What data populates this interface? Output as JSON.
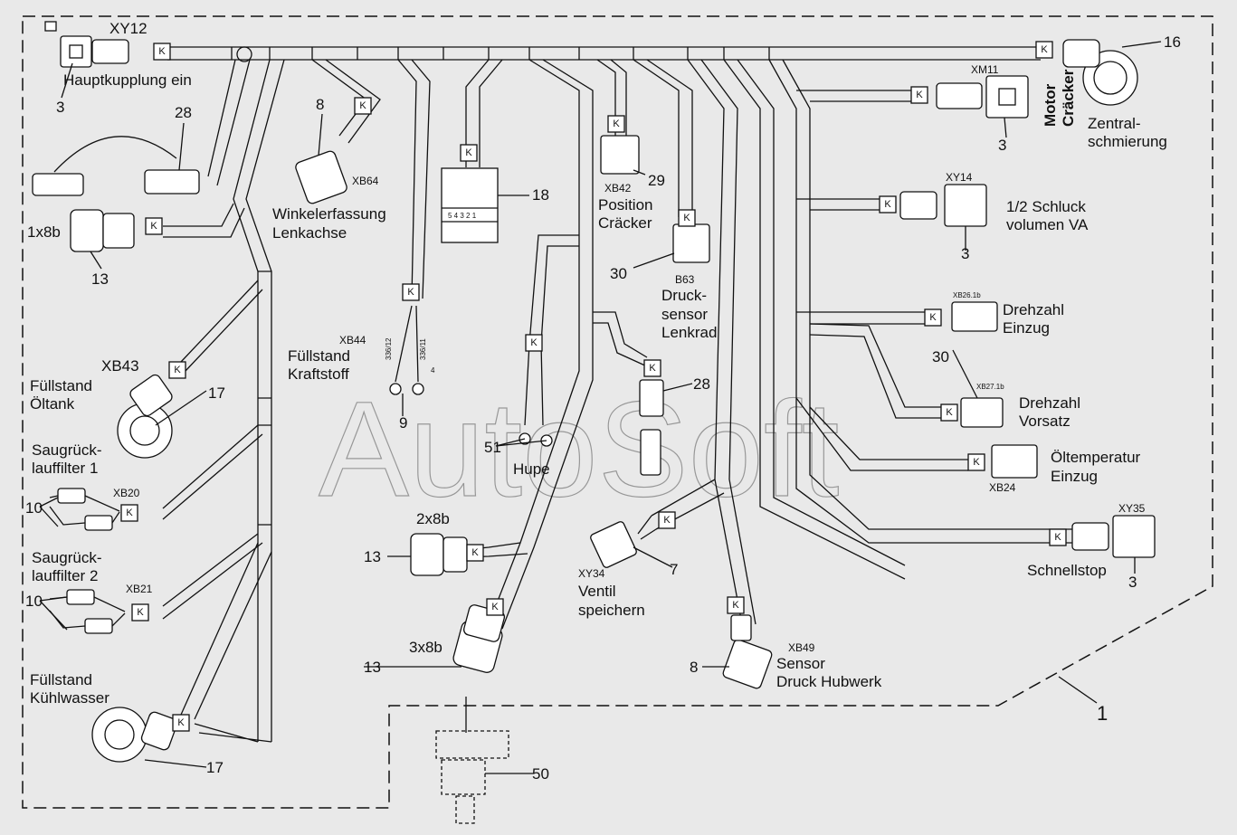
{
  "watermark": "AutoSoft",
  "k_mark": "K",
  "labels": {
    "xy12": "XY12",
    "hauptkupplung": "Hauptkupplung ein",
    "n3_a": "3",
    "n28_a": "28",
    "n8_a": "8",
    "xb64": "XB64",
    "winkelerfassung_1": "Winkelerfassung",
    "winkelerfassung_2": "Lenkachse",
    "n1x8b": "1x8b",
    "n13_a": "13",
    "n18": "18",
    "n29": "29",
    "xb42": "XB42",
    "position_1": "Position",
    "position_2": "Cräcker",
    "n30_a": "30",
    "b63": "B63",
    "druck_1": "Druck-",
    "druck_2": "sensor",
    "druck_3": "Lenkrad",
    "xm11": "XM11",
    "n3_b": "3",
    "motor_1": "Motor",
    "motor_2": "Cräcker",
    "n16": "16",
    "zentral_1": "Zentral-",
    "zentral_2": "schmierung",
    "xy14": "XY14",
    "schluck_1": "1/2 Schluck",
    "schluck_2": "volumen VA",
    "n3_c": "3",
    "xb26": "XB26.1b",
    "drehzahl_einzug_1": "Drehzahl",
    "drehzahl_einzug_2": "Einzug",
    "n30_b": "30",
    "xb27": "XB27.1b",
    "drehzahl_vorsatz_1": "Drehzahl",
    "drehzahl_vorsatz_2": "Vorsatz",
    "oeltemp_1": "Öltemperatur",
    "oeltemp_2": "Einzug",
    "xb24": "XB24",
    "xy35": "XY35",
    "schnellstop": "Schnellstop",
    "n3_d": "3",
    "xb44": "XB44",
    "fuellstand_kraft_1": "Füllstand",
    "fuellstand_kraft_2": "Kraftstoff",
    "n9": "9",
    "n4": "4",
    "tag_a": "336/12",
    "tag_b": "336/11",
    "n51": "51",
    "hupe": "Hupe",
    "n28_b": "28",
    "xb43": "XB43",
    "fuellstand_oel_1": "Füllstand",
    "fuellstand_oel_2": "Öltank",
    "n17_a": "17",
    "saug1_1": "Saugrück-",
    "saug1_2": "lauffilter 1",
    "xb20": "XB20",
    "n10_a": "10",
    "saug2_1": "Saugrück-",
    "saug2_2": "lauffilter 2",
    "xb21": "XB21",
    "n10_b": "10",
    "n2x8b": "2x8b",
    "n13_b": "13",
    "n3x8b": "3x8b",
    "n13_c": "13",
    "n7": "7",
    "xy34": "XY34",
    "ventil_1": "Ventil",
    "ventil_2": "speichern",
    "n8_b": "8",
    "xb49": "XB49",
    "sensor_hub_1": "Sensor",
    "sensor_hub_2": "Druck Hubwerk",
    "fuell_kuehl_1": "Füllstand",
    "fuell_kuehl_2": "Kühlwasser",
    "n17_b": "17",
    "n1": "1",
    "n50": "50",
    "pins": "5 4 3 2 1"
  }
}
